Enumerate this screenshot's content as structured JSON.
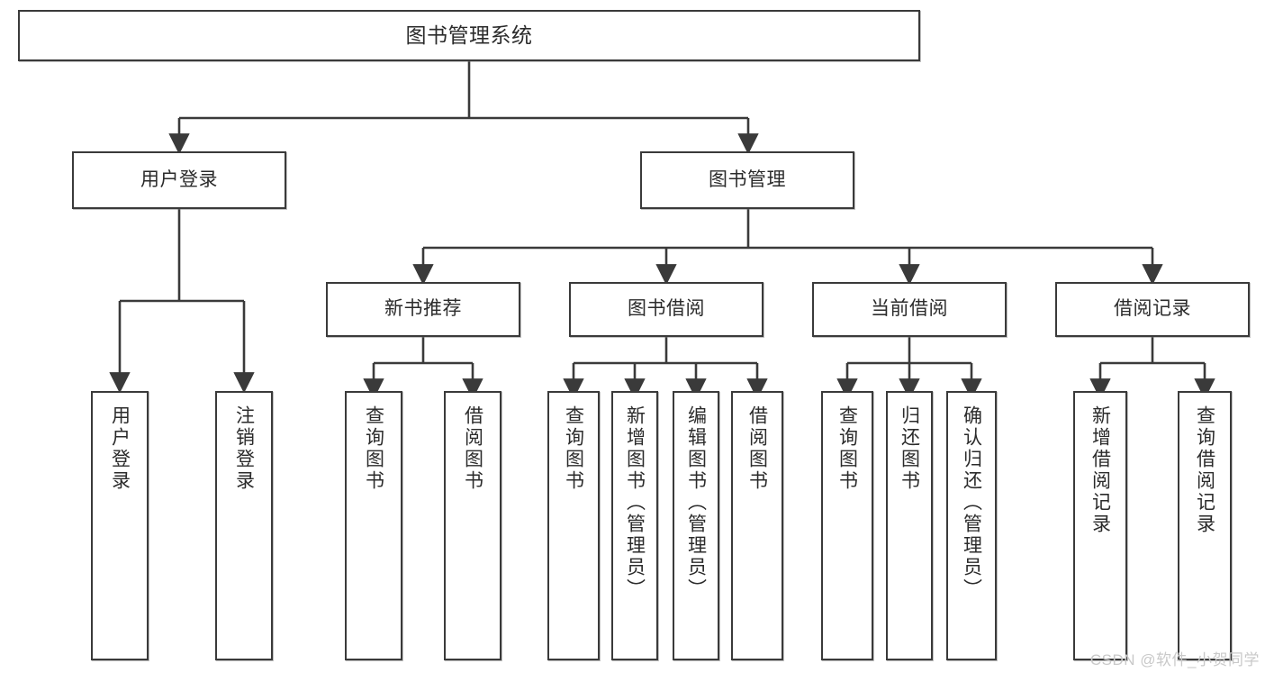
{
  "diagram": {
    "title": "图书管理系统",
    "type": "tree-hierarchy",
    "colors": {
      "box_border": "#3a3a3a",
      "box_fill": "#ffffff",
      "text": "#2b2b2b",
      "edge": "#3a3a3a",
      "watermark": "#c9c9c9"
    },
    "root": {
      "label": "图书管理系统"
    },
    "level1": [
      {
        "label": "用户登录"
      },
      {
        "label": "图书管理"
      }
    ],
    "level2": [
      {
        "label": "新书推荐"
      },
      {
        "label": "图书借阅"
      },
      {
        "label": "当前借阅"
      },
      {
        "label": "借阅记录"
      }
    ],
    "leaves": {
      "user_login": [
        {
          "label": "用户登录"
        },
        {
          "label": "注销登录"
        }
      ],
      "new_book_recommend": [
        {
          "label": "查询图书"
        },
        {
          "label": "借阅图书"
        }
      ],
      "book_borrow": [
        {
          "label": "查询图书"
        },
        {
          "label": "新增图书（管理员）"
        },
        {
          "label": "编辑图书（管理员）"
        },
        {
          "label": "借阅图书"
        }
      ],
      "current_borrow": [
        {
          "label": "查询图书"
        },
        {
          "label": "归还图书"
        },
        {
          "label": "确认归还（管理员）"
        }
      ],
      "borrow_records": [
        {
          "label": "新增借阅记录"
        },
        {
          "label": "查询借阅记录"
        }
      ]
    },
    "watermark": "CSDN @软件_小贺同学"
  }
}
